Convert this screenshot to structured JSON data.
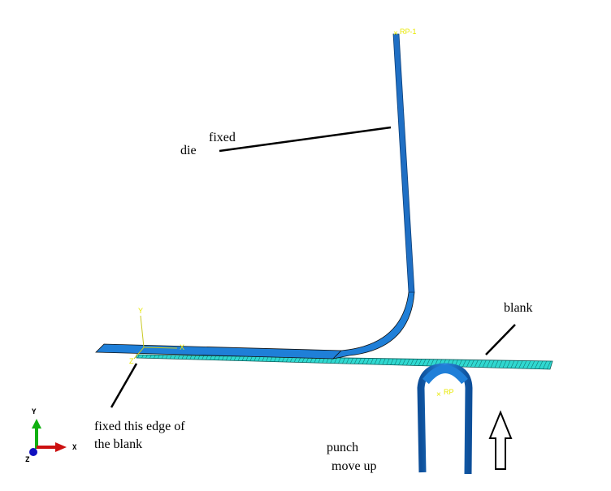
{
  "annotations": {
    "die": "die",
    "die_fixed": "fixed",
    "blank": "blank",
    "fixed_edge_line1": "fixed this edge of",
    "fixed_edge_line2": "the blank",
    "punch": "punch",
    "punch_move": "move up"
  },
  "reference_points": {
    "die_rp": "RP-1",
    "punch_rp": "RP"
  },
  "local_csys": {
    "x": "X",
    "y": "Y",
    "z": "Z"
  },
  "view_triad": {
    "x": "X",
    "y": "Y",
    "z": "Z"
  },
  "colors": {
    "part_blue": "#1f7fd8",
    "blank_cyan": "#2fd8d0",
    "rp_yellow": "#e8e800",
    "triad_x": "#cc1010",
    "triad_y": "#10b010",
    "triad_z": "#1010c0"
  }
}
